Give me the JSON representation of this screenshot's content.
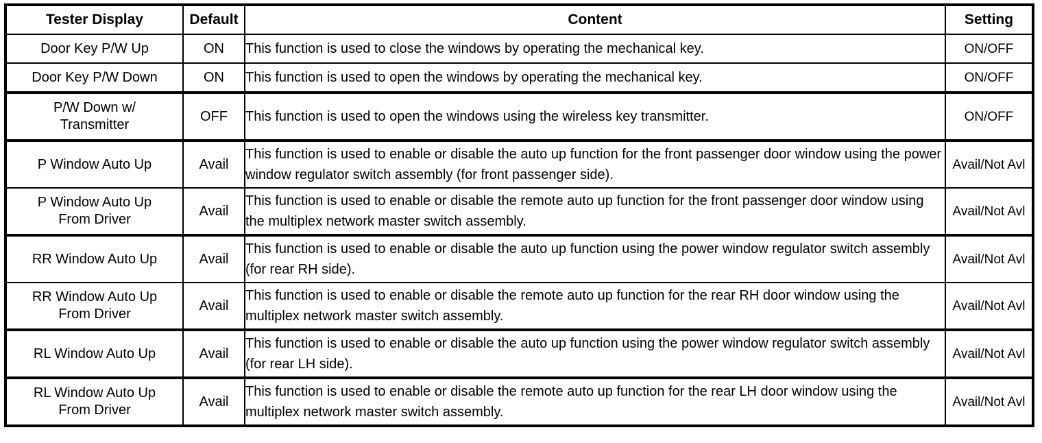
{
  "table": {
    "headers": {
      "display": "Tester Display",
      "default": "Default",
      "content": "Content",
      "setting": "Setting"
    },
    "rows": [
      {
        "display": "Door Key P/W Up",
        "default": "ON",
        "content": "This function is used to close the windows by operating the mechanical key.",
        "setting": "ON/OFF"
      },
      {
        "display": "Door Key P/W Down",
        "default": "ON",
        "content": "This function is used to open the windows by operating the mechanical key.",
        "setting": "ON/OFF"
      },
      {
        "display": "P/W Down w/\nTransmitter",
        "default": "OFF",
        "content": "This function is used to open the windows using the wireless key transmitter.",
        "setting": "ON/OFF"
      },
      {
        "display": "P Window Auto Up",
        "default": "Avail",
        "content": "This function is used to enable or disable the auto up function for the front passenger door window using the power window regulator switch assembly (for front passenger side).",
        "setting": "Avail/Not Avl"
      },
      {
        "display": "P Window Auto Up\nFrom Driver",
        "default": "Avail",
        "content": "This function is used to enable or disable the remote auto up function for the front passenger door window using the multiplex network master switch assembly.",
        "setting": "Avail/Not Avl"
      },
      {
        "display": "RR Window Auto Up",
        "default": "Avail",
        "content": "This function is used to enable or disable the auto up function using the power window regulator switch assembly (for rear RH side).",
        "setting": "Avail/Not Avl"
      },
      {
        "display": "RR Window Auto Up\nFrom Driver",
        "default": "Avail",
        "content": "This function is used to enable or disable the remote auto up function for the rear RH door window using the multiplex network master switch assembly.",
        "setting": "Avail/Not Avl"
      },
      {
        "display": "RL Window Auto Up",
        "default": "Avail",
        "content": "This function is used to enable or disable the auto up function using the power window regulator switch assembly (for rear LH side).",
        "setting": "Avail/Not Avl"
      },
      {
        "display": "RL Window Auto Up\nFrom Driver",
        "default": "Avail",
        "content": "This function is used to enable or disable the remote auto up function for the rear LH door window using the multiplex network master switch assembly.",
        "setting": "Avail/Not Avl"
      }
    ]
  },
  "colors": {
    "border": "#000000",
    "background": "#ffffff",
    "text": "#000000"
  }
}
